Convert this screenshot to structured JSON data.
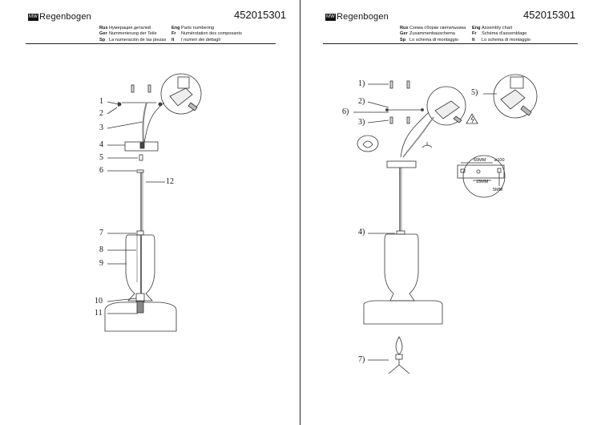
{
  "header": {
    "brand": "Regenbogen",
    "brand_mark": "MW",
    "code": "452015301"
  },
  "left_legend": {
    "rus": {
      "tag": "Rus",
      "text": "Нумерация деталей"
    },
    "ger": {
      "tag": "Ger",
      "text": "Nummerierung der Teile"
    },
    "sp": {
      "tag": "Sp",
      "text": "La numeración de las piezas"
    },
    "eng": {
      "tag": "Eng",
      "text": "Parts numbering"
    },
    "fr": {
      "tag": "Fr",
      "text": "Numérotation des composants"
    },
    "it": {
      "tag": "It",
      "text": "I numeri dei dettagli"
    }
  },
  "right_legend": {
    "rus": {
      "tag": "Rus",
      "text": "Схема сборки светильника"
    },
    "ger": {
      "tag": "Ger",
      "text": "Zusammenbauschema"
    },
    "sp": {
      "tag": "Sp",
      "text": "Lo schema di montaggio"
    },
    "eng": {
      "tag": "Eng",
      "text": "Assembly chart"
    },
    "fr": {
      "tag": "Fr",
      "text": "Schéma d'assemblage"
    },
    "it": {
      "tag": "It",
      "text": "Lo schema di montaggio"
    }
  },
  "parts_numbers": [
    "1",
    "2",
    "3",
    "4",
    "5",
    "6",
    "7",
    "8",
    "9",
    "10",
    "11",
    "12"
  ],
  "assembly_steps": [
    "1)",
    "2)",
    "3)",
    "4)",
    "5)",
    "6)",
    "7)"
  ],
  "dimensions": {
    "d60": "60MM",
    "d100": "ø100",
    "d15": "15MM",
    "d5": "5MM"
  }
}
